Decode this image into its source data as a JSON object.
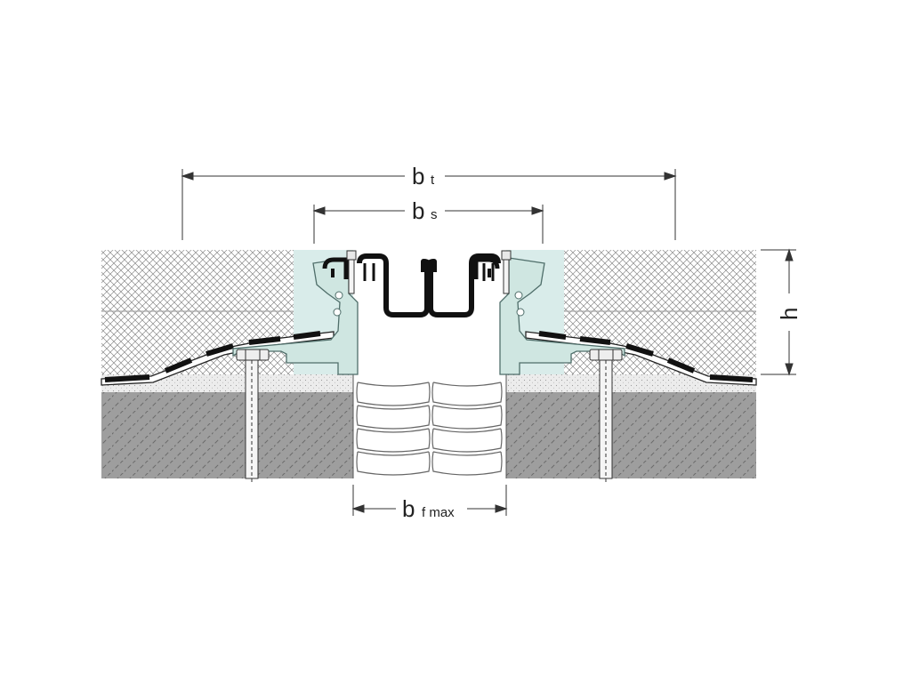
{
  "labels": {
    "bt_main": "b",
    "bt_sub": "t",
    "bs_main": "b",
    "bs_sub": "s",
    "bf_main": "b",
    "bf_sub": "f max",
    "h": "h"
  },
  "colors": {
    "aluminium": "#cfe6e1",
    "aluminium_stroke": "#5c7c78",
    "rubber": "#111111",
    "concrete": "#9a9a9a",
    "screed": "#e4e4e4",
    "mortar_bed": "#efefef",
    "insulation": "#ffffff",
    "line": "#333333"
  }
}
